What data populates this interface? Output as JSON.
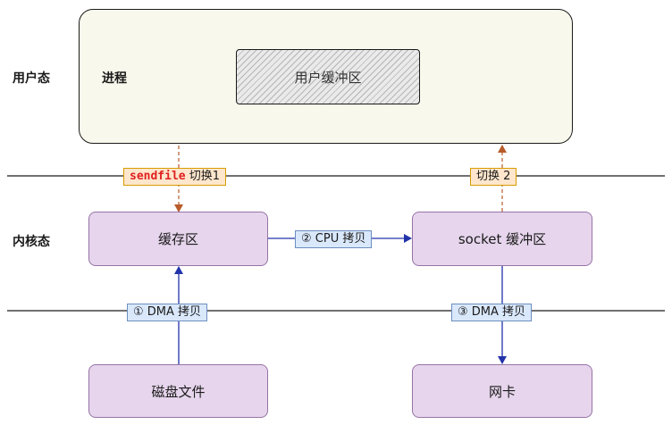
{
  "layers": {
    "user_mode": "用户态",
    "kernel_mode": "内核态"
  },
  "process": {
    "label": "进程",
    "user_buffer": "用户缓冲区"
  },
  "kernel": {
    "page_cache": "缓存区",
    "socket_buffer": "socket 缓冲区"
  },
  "hardware": {
    "disk_file": "磁盘文件",
    "nic": "网卡"
  },
  "transitions": {
    "sendfile_keyword": "sendfile",
    "switch1": "切换1",
    "switch2": "切换 2"
  },
  "copies": {
    "dma1": "① DMA 拷贝",
    "cpu2": "② CPU 拷贝",
    "dma3": "③ DMA 拷贝"
  },
  "colors": {
    "arrow_blue": "#2233aa",
    "arrow_orange": "#b85c2a",
    "kernel_fill": "#e6d5ec",
    "tag_blue": "#dae8fc",
    "tag_orange": "#ffe6cc",
    "sendfile_red": "#e02020"
  }
}
